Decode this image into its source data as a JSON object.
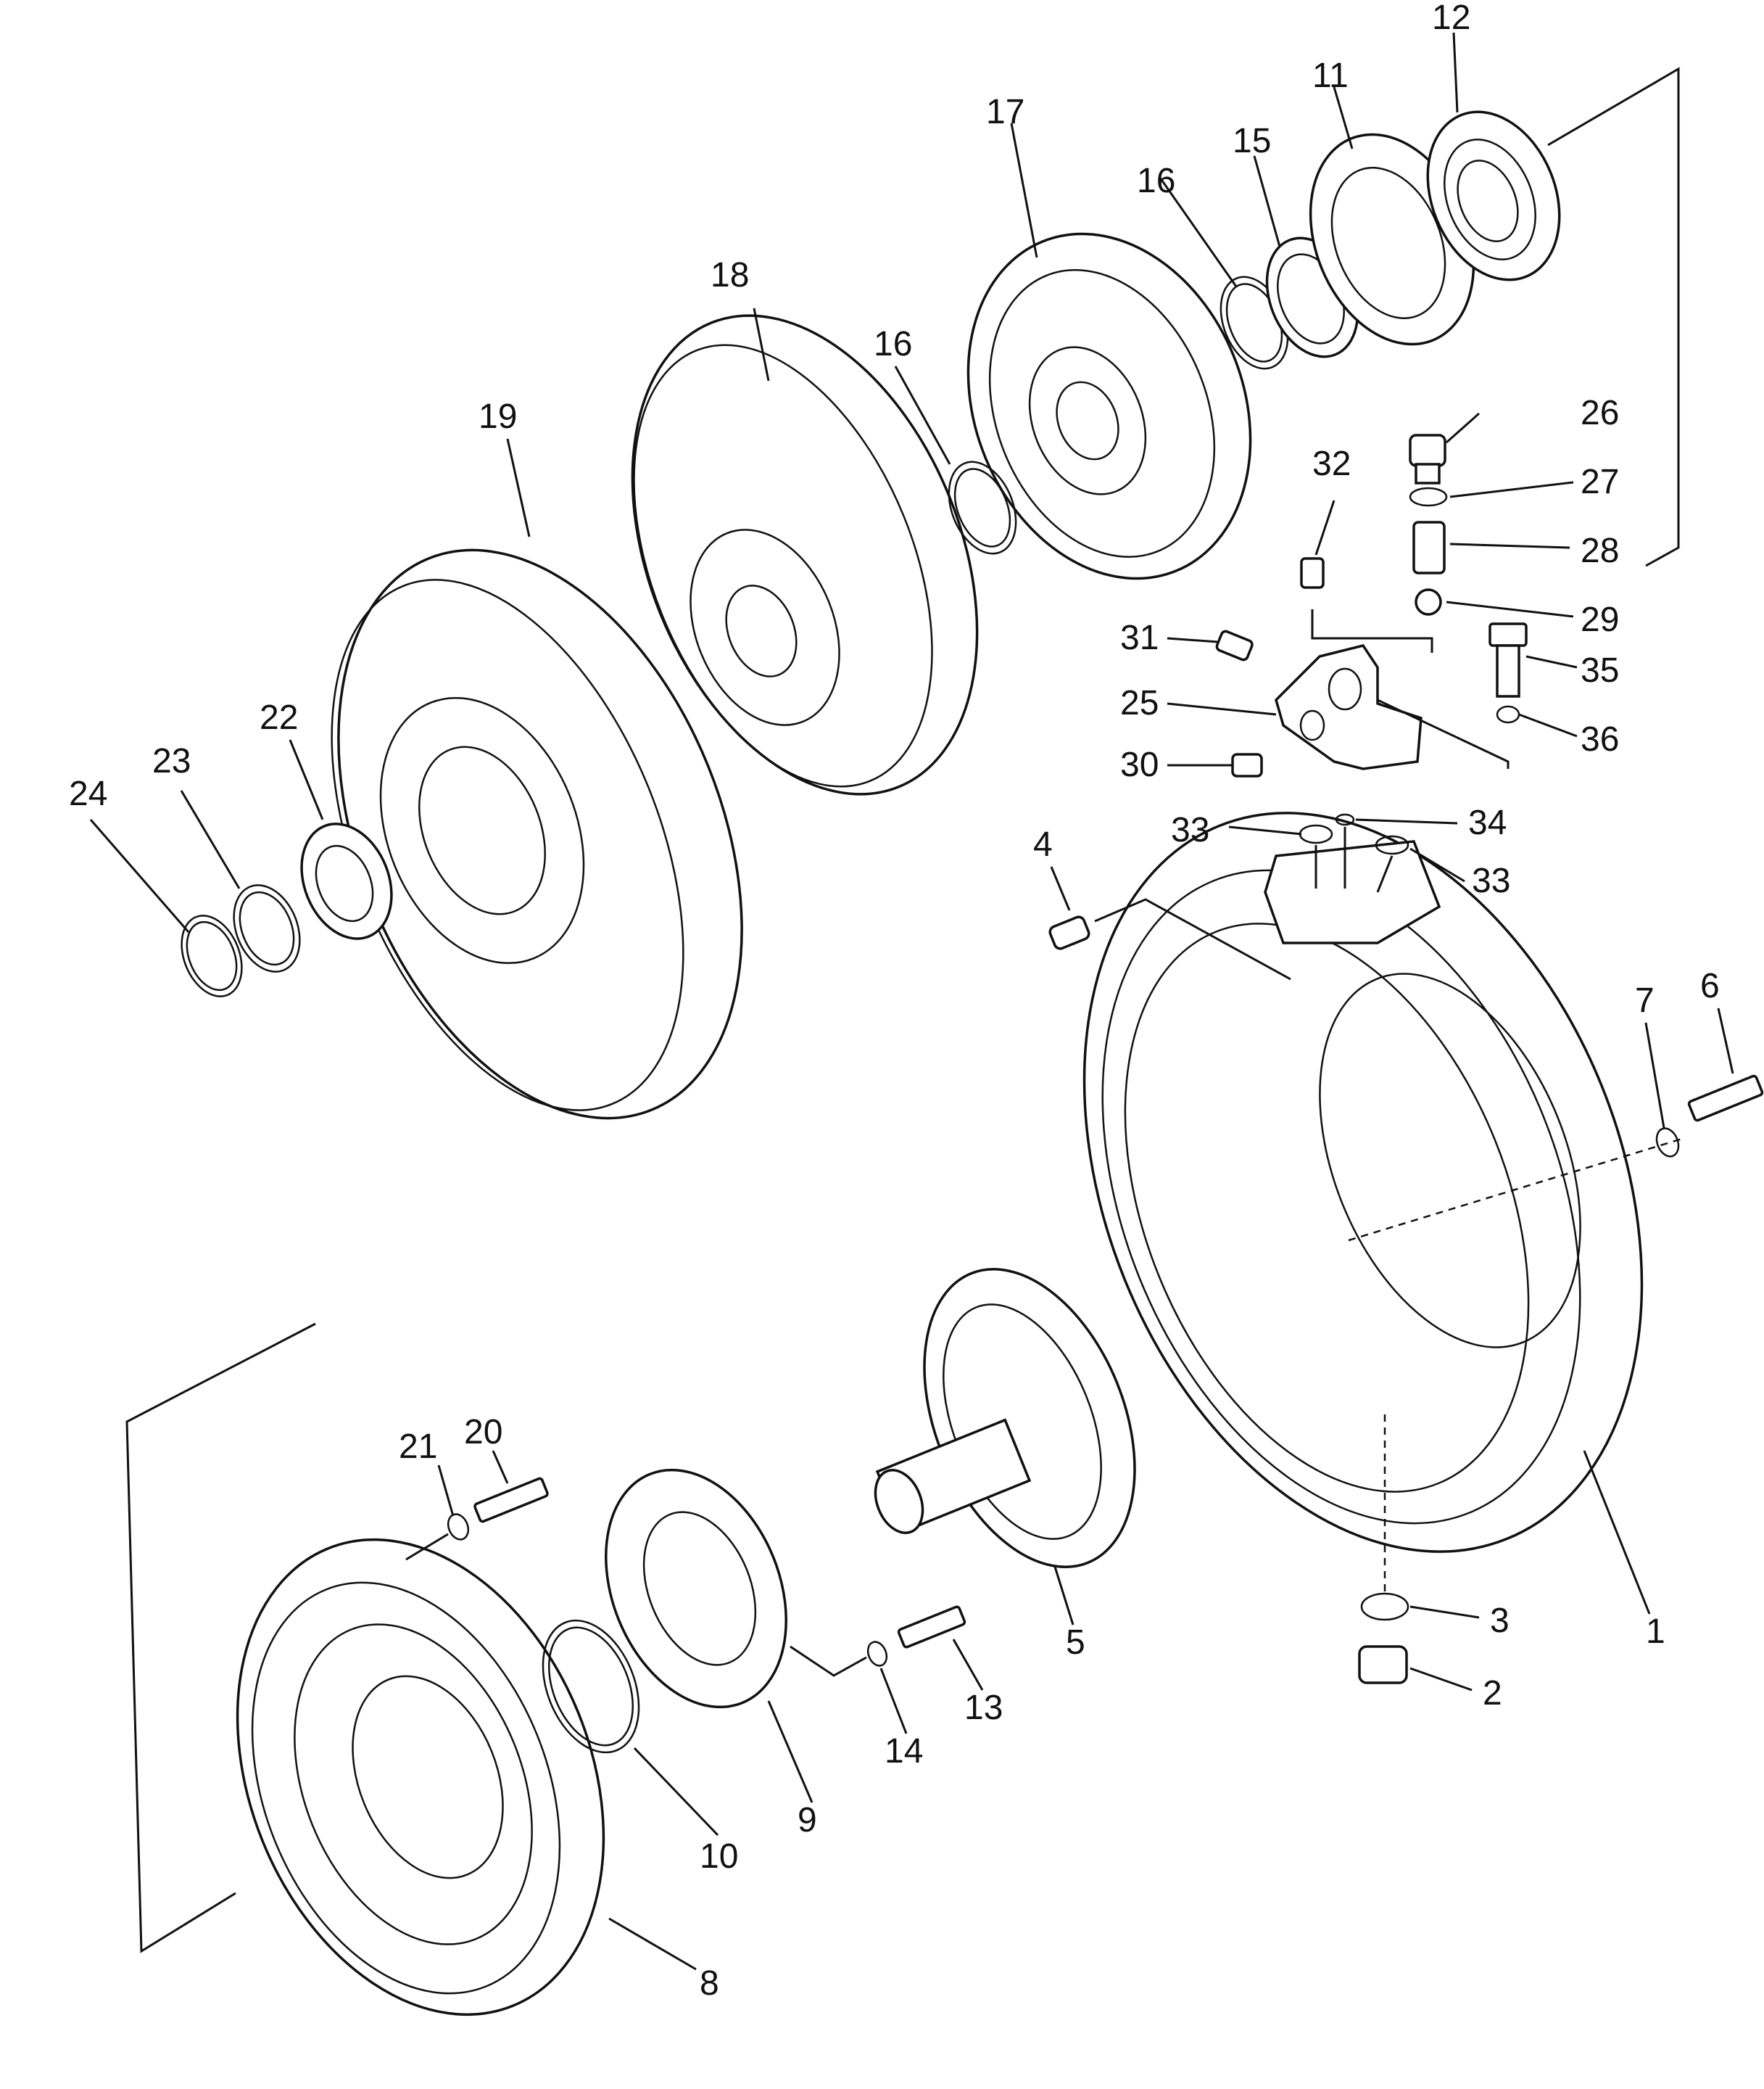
{
  "diagram": {
    "labels": {
      "p1": "1",
      "p2": "2",
      "p3": "3",
      "p4": "4",
      "p5": "5",
      "p6": "6",
      "p7": "7",
      "p8": "8",
      "p9": "9",
      "p10": "10",
      "p11": "11",
      "p12": "12",
      "p13": "13",
      "p14": "14",
      "p15": "15",
      "p16a": "16",
      "p16b": "16",
      "p17": "17",
      "p18": "18",
      "p19": "19",
      "p20": "20",
      "p21": "21",
      "p22": "22",
      "p23": "23",
      "p24": "24",
      "p25": "25",
      "p26": "26",
      "p27": "27",
      "p28": "28",
      "p29": "29",
      "p30": "30",
      "p31": "31",
      "p32": "32",
      "p33a": "33",
      "p33b": "33",
      "p34": "34",
      "p35": "35",
      "p36": "36"
    }
  }
}
